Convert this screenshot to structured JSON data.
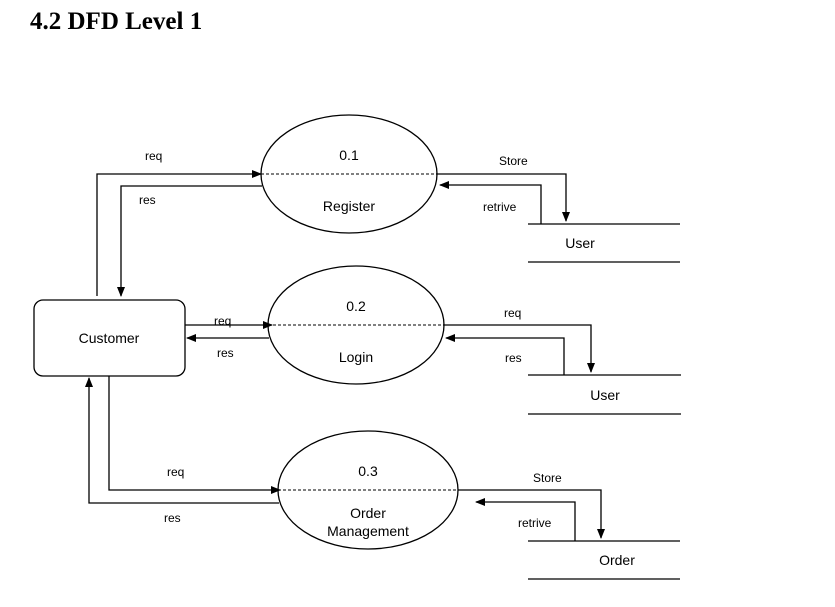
{
  "heading": "4.2 DFD Level 1",
  "external_entity": {
    "label": "Customer"
  },
  "processes": [
    {
      "number": "0.1",
      "name_lines": [
        "Register"
      ]
    },
    {
      "number": "0.2",
      "name_lines": [
        "Login"
      ]
    },
    {
      "number": "0.3",
      "name_lines": [
        "Order",
        "Management"
      ]
    }
  ],
  "data_stores": [
    {
      "label": "User"
    },
    {
      "label": "User"
    },
    {
      "label": "Order"
    }
  ],
  "flows": {
    "customer_register": {
      "in": "req",
      "out": "res"
    },
    "register_store": {
      "in": "Store",
      "out": "retrive"
    },
    "customer_login": {
      "in": "req",
      "out": "res"
    },
    "login_store": {
      "in": "req",
      "out": "res"
    },
    "customer_order": {
      "in": "req",
      "out": "res"
    },
    "order_store": {
      "in": "Store",
      "out": "retrive"
    }
  },
  "colors": {
    "line": "#000000",
    "background": "#ffffff"
  }
}
